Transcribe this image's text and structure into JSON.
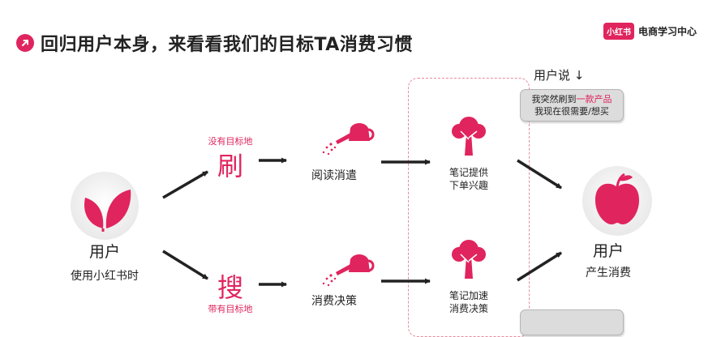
{
  "header": {
    "title": "回归用户本身，来看看我们的目标TA消费习惯",
    "brand_logo": "小红书",
    "brand_text": "电商学习中心"
  },
  "user": {
    "label": "用户",
    "sub": "使用小红书时"
  },
  "paths": {
    "brush_note": "没有目标地",
    "brush": "刷",
    "search": "搜",
    "search_note": "带有目标地"
  },
  "actions": {
    "browse": "阅读消遣",
    "consume_decide": "消费决策"
  },
  "notes": {
    "interest": [
      "笔记提供",
      "下单兴趣"
    ],
    "accelerate": [
      "笔记加速",
      "消费决策"
    ]
  },
  "user_says": {
    "label": "用户说",
    "arrow": "↓",
    "bubble_pre": "我突然刷到",
    "bubble_hl": "一款产品",
    "bubble_line2": "我现在很需要/想买"
  },
  "result": {
    "label": "用户",
    "sub": "产生消费"
  },
  "colors": {
    "accent": "#e0245e",
    "text": "#222222",
    "bubble": "#dcdcdc"
  }
}
